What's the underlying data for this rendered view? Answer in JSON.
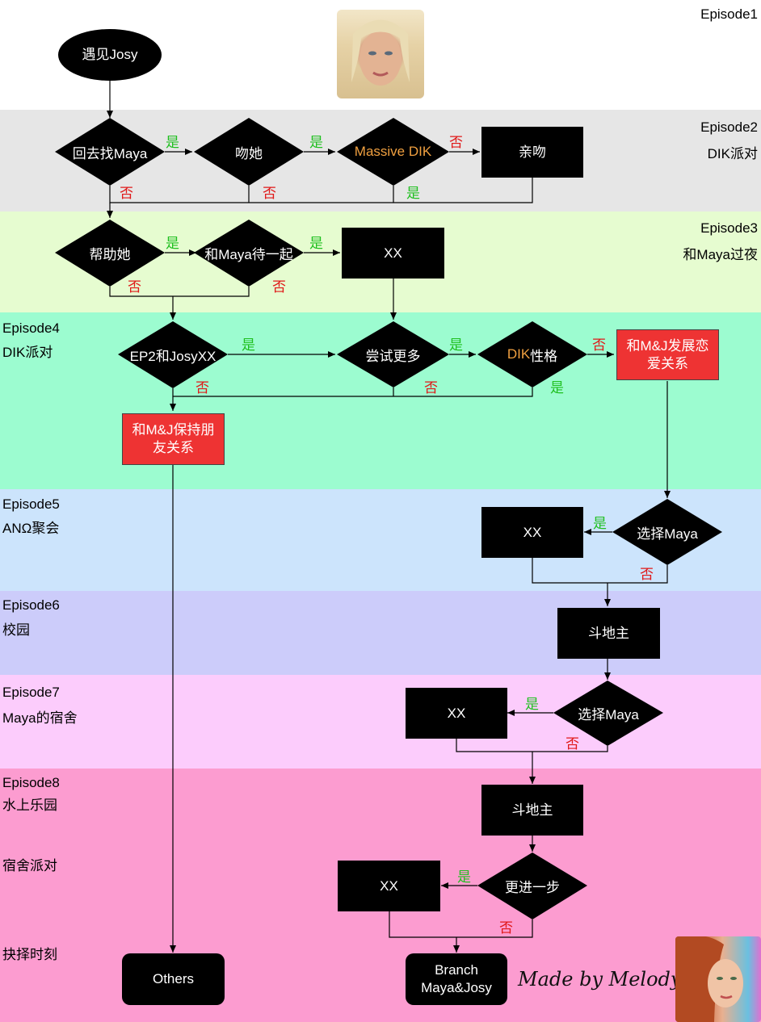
{
  "bands": [
    {
      "color": "#ffffff"
    },
    {
      "color": "#e6e6e6"
    },
    {
      "color": "#e6fcd0"
    },
    {
      "color": "#9cfcd0"
    },
    {
      "color": "#cce4fc"
    },
    {
      "color": "#ccccfa"
    },
    {
      "color": "#fcccfc"
    },
    {
      "color": "#fc9cd0"
    }
  ],
  "episodes": {
    "ep1": "Episode1",
    "ep2": "Episode2",
    "ep2_sub": "DIK派对",
    "ep3": "Episode3",
    "ep3_sub": "和Maya过夜",
    "ep4": "Episode4",
    "ep4_sub": "DIK派对",
    "ep5": "Episode5",
    "ep5_sub": "ANΩ聚会",
    "ep6": "Episode6",
    "ep6_sub": "校园",
    "ep7": "Episode7",
    "ep7_sub": "Maya的宿舍",
    "ep8": "Episode8",
    "ep8_sub": "水上乐园",
    "dorm_party": "宿舍派对",
    "choice_moment": "抉择时刻"
  },
  "nodes": {
    "meet_josy": "遇见Josy",
    "find_maya": "回去找Maya",
    "kiss_her": "吻她",
    "massive_dik": "Massive DIK",
    "kiss": "亲吻",
    "help_her": "帮助她",
    "with_maya": "和Maya待一起",
    "xx1": "XX",
    "ep2_josy": "EP2和JosyXX",
    "try_more": "尝试更多",
    "dik_pre": "DIK",
    "dik_post": "性格",
    "romance_l1": "和M&J发展恋",
    "romance_l2": "爱关系",
    "friend_l1": "和M&J保持朋",
    "friend_l2": "友关系",
    "xx2": "XX",
    "choose_maya1": "选择Maya",
    "landlord1": "斗地主",
    "xx3": "XX",
    "choose_maya2": "选择Maya",
    "landlord2": "斗地主",
    "xx4": "XX",
    "further": "更进一步",
    "others": "Others",
    "branch_l1": "Branch",
    "branch_l2": "Maya&Josy"
  },
  "edge_labels": {
    "yes": "是",
    "no": "否"
  },
  "signature": "Made by Melody",
  "colors": {
    "yes": "#1fbf1f",
    "no": "#e01818",
    "orange_text": "#f0a040",
    "red_box": "#ee3333"
  }
}
